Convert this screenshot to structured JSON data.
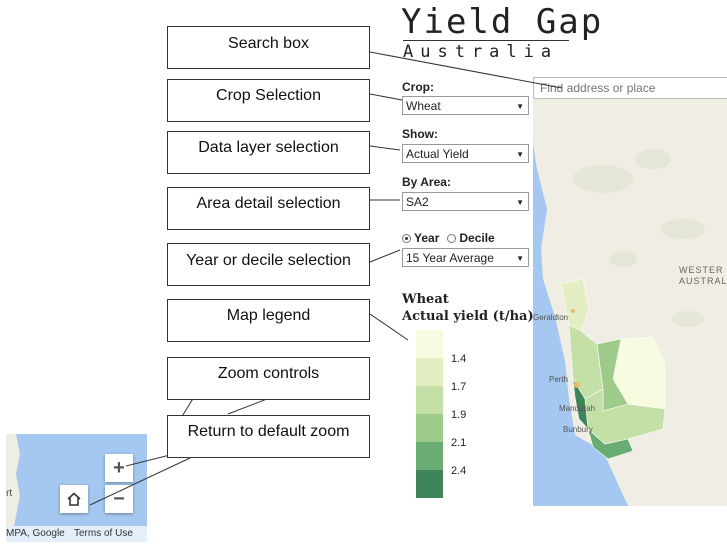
{
  "logo": {
    "title": "Yield Gap",
    "subtitle": "Australia"
  },
  "search": {
    "placeholder": "Find address or place"
  },
  "controls": {
    "crop": {
      "label": "Crop:",
      "value": "Wheat"
    },
    "show": {
      "label": "Show:",
      "value": "Actual Yield"
    },
    "area": {
      "label": "By Area:",
      "value": "SA2"
    },
    "period": {
      "year_label": "Year",
      "decile_label": "Decile",
      "selected": "Year",
      "value": "15 Year Average"
    }
  },
  "legend": {
    "title_line1": "Wheat",
    "title_line2": "Actual yield (t/ha)",
    "breaks": [
      "1.4",
      "1.7",
      "1.9",
      "2.1",
      "2.4"
    ],
    "colors": [
      "#f7fbe0",
      "#e3efc3",
      "#c5e0a6",
      "#9fcb8a",
      "#6aad74",
      "#3e8456"
    ]
  },
  "map": {
    "place_labels": [
      "WESTER",
      "AUSTRAL",
      "Geraldton",
      "Perth",
      "Mandurah",
      "Bunbury"
    ],
    "colors": {
      "ocean": "#a4c8f0",
      "land": "#f0ede4"
    }
  },
  "inset": {
    "zoom_in": "+",
    "zoom_out": "−",
    "home_icon": "home-icon",
    "attribution": "MPA, Google",
    "terms": "Terms of Use",
    "edge_label": "rt"
  },
  "callouts": {
    "search": "Search box",
    "crop": "Crop Selection",
    "data_layer": "Data layer selection",
    "area": "Area detail selection",
    "year": "Year or decile selection",
    "legend": "Map legend",
    "zoom": "Zoom controls",
    "home": "Return to default zoom"
  }
}
